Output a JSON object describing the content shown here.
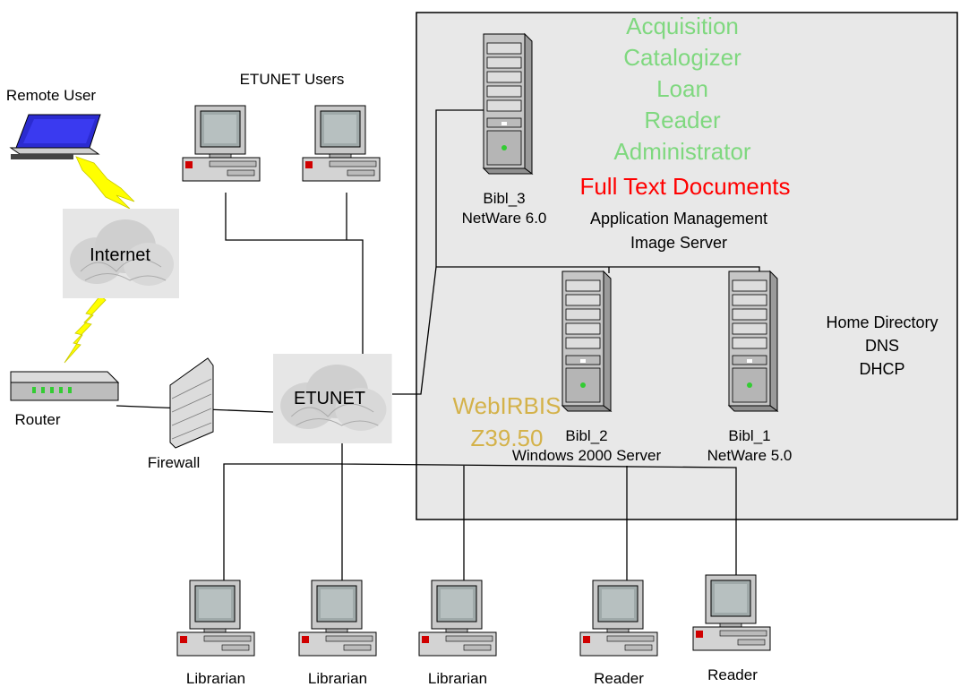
{
  "diagram": {
    "server_room_apps": [
      "Acquisition",
      "Catalogizer",
      "Loan",
      "Reader",
      "Administrator"
    ],
    "full_text": "Full Text Documents",
    "app_management": "Application Management",
    "image_server": "Image Server",
    "home_services": [
      "Home Directory",
      "DNS",
      "DHCP"
    ],
    "webirbis": "WebIRBIS",
    "z3950": "Z39.50",
    "etunet_users": "ETUNET Users",
    "remote_user": "Remote User",
    "internet": "Internet",
    "router": "Router",
    "firewall": "Firewall",
    "etunet": "ETUNET",
    "bibl3": {
      "name": "Bibl_3",
      "os": "NetWare 6.0"
    },
    "bibl2": {
      "name": "Bibl_2",
      "os": "Windows 2000 Server"
    },
    "bibl1": {
      "name": "Bibl_1",
      "os": "NetWare 5.0"
    },
    "clients": [
      "Librarian",
      "Librarian",
      "Librarian",
      "Reader",
      "Reader"
    ]
  },
  "colors": {
    "app_green": "#7fd87f",
    "full_text_red": "#ff0000",
    "webirbis_gold": "#d4b24a",
    "server_room_bg": "#e8e8e8"
  }
}
